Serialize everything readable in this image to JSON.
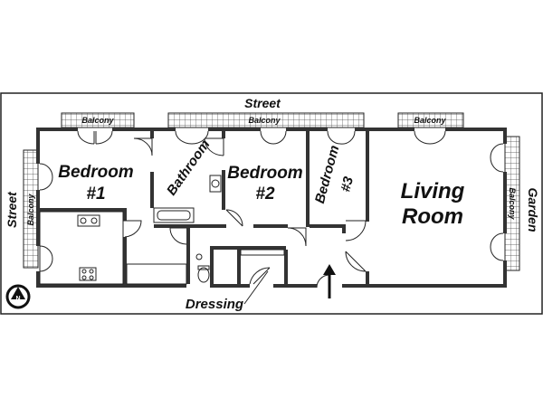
{
  "labels": {
    "street_top": "Street",
    "street_left": "Street",
    "garden": "Garden",
    "balcony_1": "Balcony",
    "balcony_2": "Balcony",
    "balcony_3": "Balcony",
    "balcony_left": "Balcony",
    "balcony_right": "Balcony",
    "bedroom1_line1": "Bedroom",
    "bedroom1_line2": "#1",
    "bathroom": "Bathroom",
    "bedroom2_line1": "Bedroom",
    "bedroom2_line2": "#2",
    "bedroom3_line1": "Bedroom",
    "bedroom3_line2": "#3",
    "living_line1": "Living",
    "living_line2": "Room",
    "dressing": "Dressing",
    "compass": "N"
  }
}
